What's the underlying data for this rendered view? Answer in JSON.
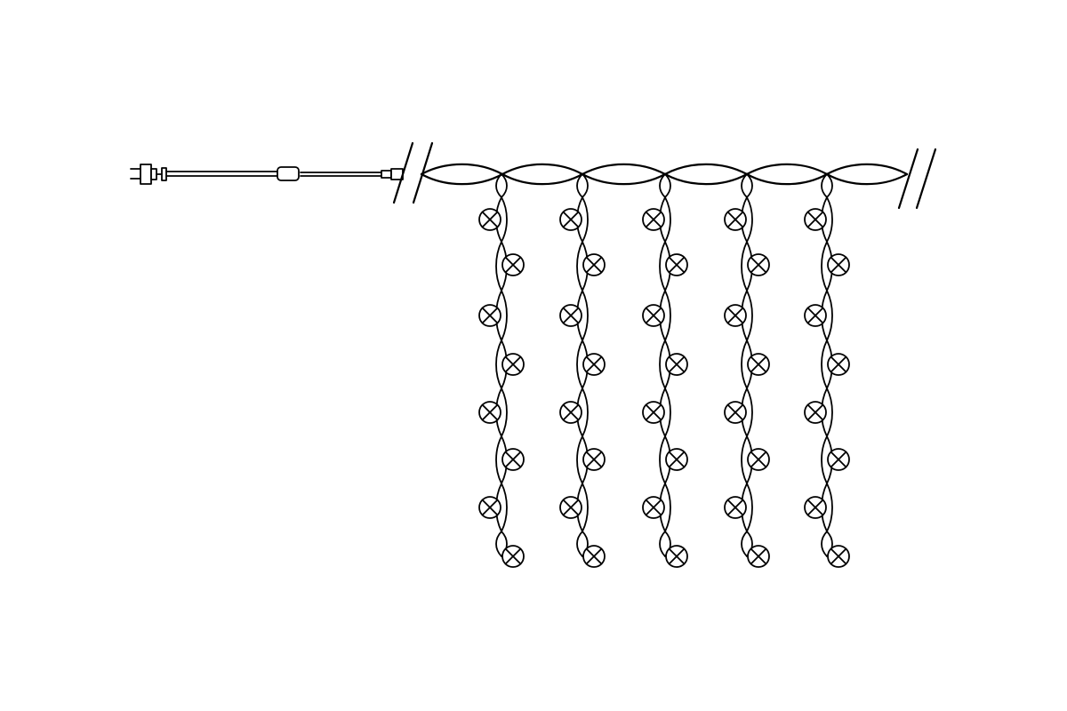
{
  "diagram": {
    "type": "led-curtain-light-schematic",
    "background_color": "#ffffff",
    "line_color": "#000000",
    "strand_count": 5,
    "bulbs_per_strand": 8,
    "components": [
      {
        "id": "power-plug",
        "icon": "plug-icon"
      },
      {
        "id": "adapter-box",
        "icon": "adapter-icon"
      },
      {
        "id": "connector",
        "icon": "connector-icon"
      },
      {
        "id": "main-cable",
        "icon": "twisted-cable"
      },
      {
        "id": "bulb",
        "icon": "bulb-x-icon"
      },
      {
        "id": "cable-break",
        "icon": "break-mark-icon"
      }
    ]
  }
}
